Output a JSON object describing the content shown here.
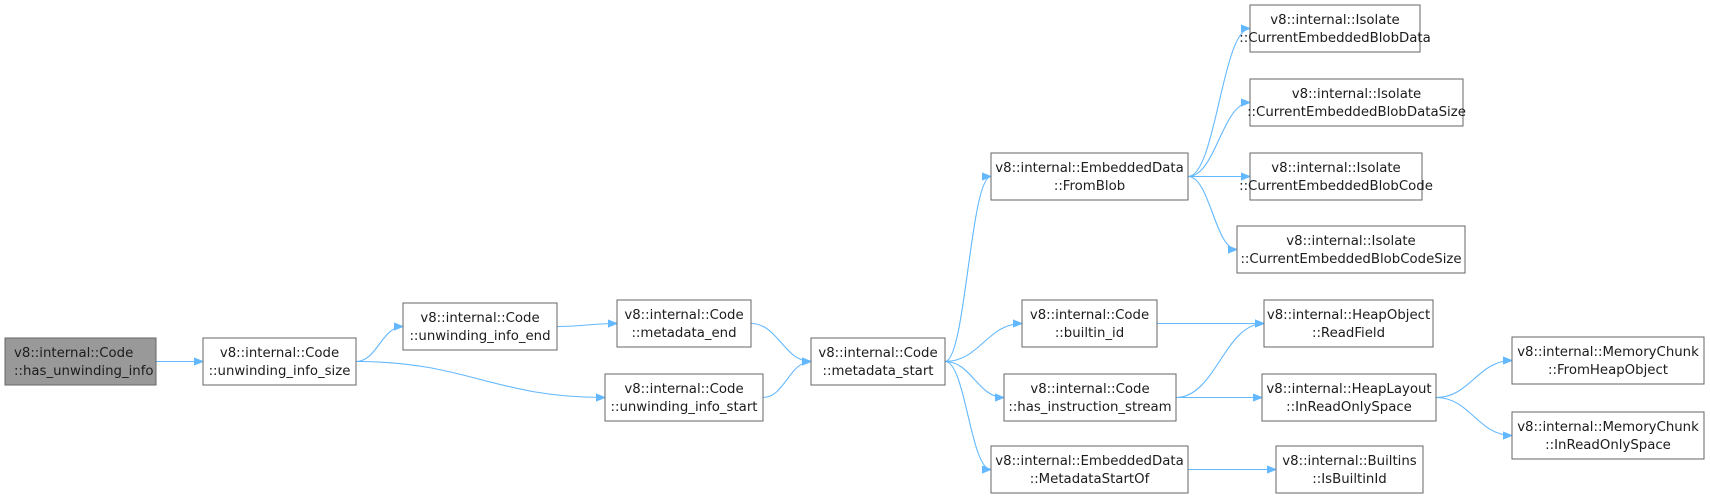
{
  "nodes": [
    {
      "id": "has_unwinding_info",
      "line1": "v8::internal::Code",
      "line2": "::has_unwinding_info",
      "root": true
    },
    {
      "id": "unwinding_info_size",
      "line1": "v8::internal::Code",
      "line2": "::unwinding_info_size"
    },
    {
      "id": "unwinding_info_end",
      "line1": "v8::internal::Code",
      "line2": "::unwinding_info_end"
    },
    {
      "id": "metadata_end",
      "line1": "v8::internal::Code",
      "line2": "::metadata_end"
    },
    {
      "id": "unwinding_info_start",
      "line1": "v8::internal::Code",
      "line2": "::unwinding_info_start"
    },
    {
      "id": "metadata_start",
      "line1": "v8::internal::Code",
      "line2": "::metadata_start"
    },
    {
      "id": "from_blob",
      "line1": "v8::internal::EmbeddedData",
      "line2": "::FromBlob"
    },
    {
      "id": "builtin_id",
      "line1": "v8::internal::Code",
      "line2": "::builtin_id"
    },
    {
      "id": "has_instruction_stream",
      "line1": "v8::internal::Code",
      "line2": "::has_instruction_stream"
    },
    {
      "id": "metadata_start_of",
      "line1": "v8::internal::EmbeddedData",
      "line2": "::MetadataStartOf"
    },
    {
      "id": "blob_data",
      "line1": "v8::internal::Isolate",
      "line2": "::CurrentEmbeddedBlobData"
    },
    {
      "id": "blob_data_size",
      "line1": "v8::internal::Isolate",
      "line2": "::CurrentEmbeddedBlobDataSize"
    },
    {
      "id": "blob_code",
      "line1": "v8::internal::Isolate",
      "line2": "::CurrentEmbeddedBlobCode"
    },
    {
      "id": "blob_code_size",
      "line1": "v8::internal::Isolate",
      "line2": "::CurrentEmbeddedBlobCodeSize"
    },
    {
      "id": "read_field",
      "line1": "v8::internal::HeapObject",
      "line2": "::ReadField"
    },
    {
      "id": "in_read_only_space",
      "line1": "v8::internal::HeapLayout",
      "line2": "::InReadOnlySpace"
    },
    {
      "id": "is_builtin_id",
      "line1": "v8::internal::Builtins",
      "line2": "::IsBuiltinId"
    },
    {
      "id": "from_heap_object",
      "line1": "v8::internal::MemoryChunk",
      "line2": "::FromHeapObject"
    },
    {
      "id": "chunk_in_ro_space",
      "line1": "v8::internal::MemoryChunk",
      "line2": "::InReadOnlySpace"
    }
  ],
  "edges": [
    [
      "has_unwinding_info",
      "unwinding_info_size"
    ],
    [
      "unwinding_info_size",
      "unwinding_info_end"
    ],
    [
      "unwinding_info_size",
      "unwinding_info_start"
    ],
    [
      "unwinding_info_end",
      "metadata_end"
    ],
    [
      "metadata_end",
      "metadata_start"
    ],
    [
      "unwinding_info_start",
      "metadata_start"
    ],
    [
      "metadata_start",
      "from_blob"
    ],
    [
      "metadata_start",
      "builtin_id"
    ],
    [
      "metadata_start",
      "has_instruction_stream"
    ],
    [
      "metadata_start",
      "metadata_start_of"
    ],
    [
      "from_blob",
      "blob_data"
    ],
    [
      "from_blob",
      "blob_data_size"
    ],
    [
      "from_blob",
      "blob_code"
    ],
    [
      "from_blob",
      "blob_code_size"
    ],
    [
      "builtin_id",
      "read_field"
    ],
    [
      "has_instruction_stream",
      "read_field"
    ],
    [
      "has_instruction_stream",
      "in_read_only_space"
    ],
    [
      "metadata_start_of",
      "is_builtin_id"
    ],
    [
      "in_read_only_space",
      "from_heap_object"
    ],
    [
      "in_read_only_space",
      "chunk_in_ro_space"
    ]
  ],
  "colors": {
    "edge": "#63b8ff",
    "root_fill": "#999999",
    "border": "#666666"
  }
}
